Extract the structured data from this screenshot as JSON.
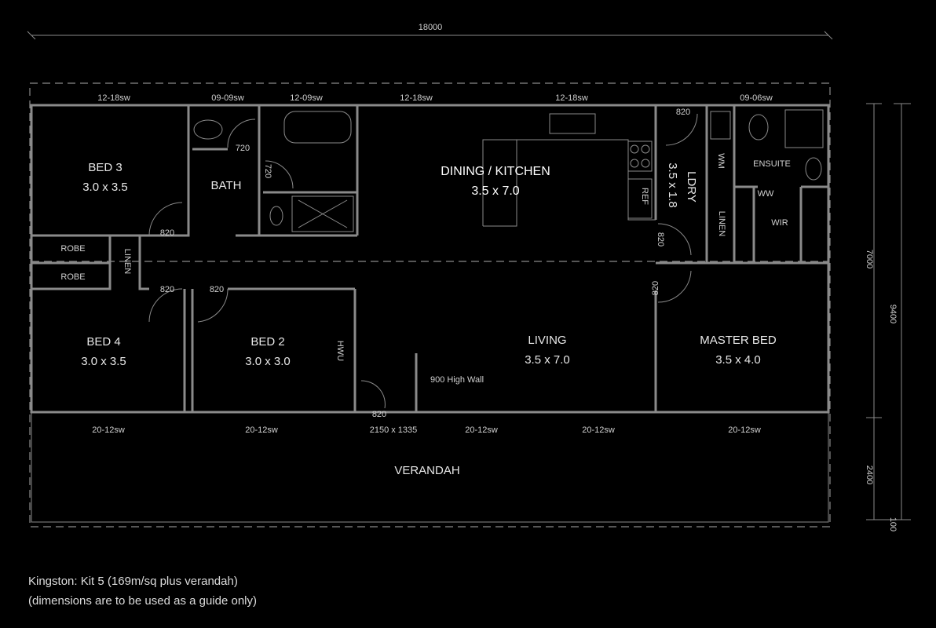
{
  "overall_width": "18000",
  "side_dims": {
    "house_depth": "7000",
    "total_depth": "9400",
    "verandah_depth": "2400",
    "eave": "100"
  },
  "rooms": {
    "bed3": {
      "name": "BED 3",
      "size": "3.0 x 3.5"
    },
    "bath": {
      "name": "BATH"
    },
    "dining": {
      "name": "DINING / KITCHEN",
      "size": "3.5 x 7.0"
    },
    "ldry": {
      "name": "LDRY",
      "size": "3.5 x 1.8"
    },
    "ensuite": {
      "name": "ENSUITE"
    },
    "wir": {
      "name": "WIR"
    },
    "bed4": {
      "name": "BED 4",
      "size": "3.0 x 3.5"
    },
    "bed2": {
      "name": "BED 2",
      "size": "3.0 x 3.0"
    },
    "living": {
      "name": "LIVING",
      "size": "3.5 x 7.0"
    },
    "master": {
      "name": "MASTER BED",
      "size": "3.5 x 4.0"
    },
    "verandah": {
      "name": "VERANDAH"
    }
  },
  "fixtures": {
    "robe1": "ROBE",
    "robe2": "ROBE",
    "linen_hall": "LINEN",
    "linen_ldry": "LINEN",
    "ref": "REF",
    "wm": "WM",
    "ww": "WW",
    "hwu": "HWU",
    "high_wall": "900 High Wall"
  },
  "windows_top": [
    "12-18sw",
    "09-09sw",
    "12-09sw",
    "12-18sw",
    "12-18sw",
    "09-06sw"
  ],
  "windows_bottom": [
    "20-12sw",
    "20-12sw",
    "2150 x 1335",
    "20-12sw",
    "20-12sw",
    "20-12sw"
  ],
  "doors": {
    "bed3": "820",
    "wc": "720",
    "bath": "720",
    "ldry_ext": "820",
    "ldry": "820",
    "master": "820",
    "bed4": "820",
    "bed2": "820",
    "front": "820"
  },
  "footer": {
    "line1": "Kingston: Kit 5 (169m/sq plus verandah)",
    "line2": "(dimensions are to be used as a guide only)"
  }
}
